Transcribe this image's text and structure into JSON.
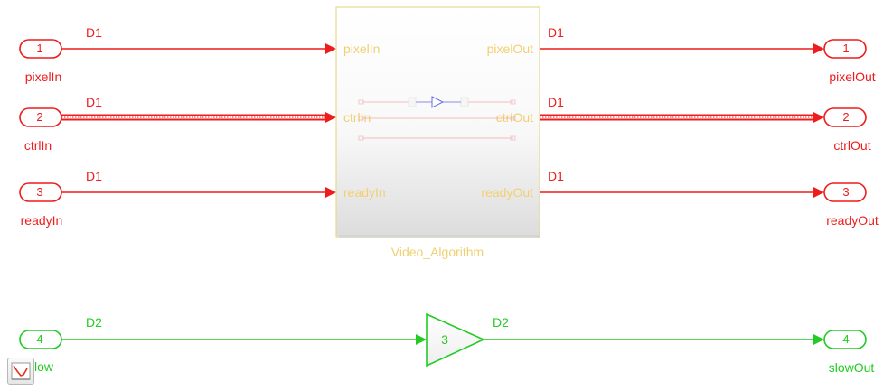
{
  "colors": {
    "rate_d1": "#ee1c1c",
    "rate_d2": "#22cc22",
    "subsystem_label": "#f0d070",
    "subsystem_border": "#e8d890"
  },
  "inports": [
    {
      "number": "1",
      "name": "pixelIn"
    },
    {
      "number": "2",
      "name": "ctrlIn"
    },
    {
      "number": "3",
      "name": "readyIn"
    },
    {
      "number": "4",
      "name": "slow"
    }
  ],
  "outports": [
    {
      "number": "1",
      "name": "pixelOut"
    },
    {
      "number": "2",
      "name": "ctrlOut"
    },
    {
      "number": "3",
      "name": "readyOut"
    },
    {
      "number": "4",
      "name": "slowOut"
    }
  ],
  "signal_rates": {
    "pixel_in": "D1",
    "ctrl_in": "D1",
    "ready_in": "D1",
    "pixel_out": "D1",
    "ctrl_out": "D1",
    "ready_out": "D1",
    "slow_in": "D2",
    "slow_out": "D2"
  },
  "subsystem": {
    "name": "Video_Algorithm",
    "in_ports": [
      "pixelIn",
      "ctrlIn",
      "readyIn"
    ],
    "out_ports": [
      "pixelOut",
      "ctrlOut",
      "readyOut"
    ]
  },
  "gain": {
    "value": "3"
  },
  "corner_button": {
    "icon": "sample-time-legend-icon"
  }
}
